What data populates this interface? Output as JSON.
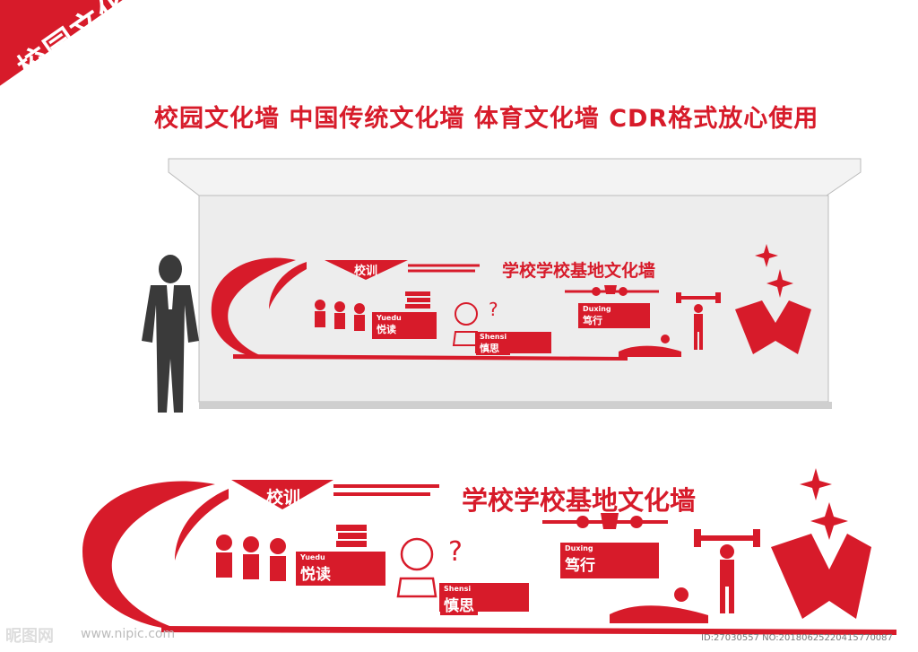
{
  "ribbon": {
    "text": "校园文化系列",
    "color": "#d71b2a"
  },
  "headline": "校园文化墙  中国传统文化墙  体育文化墙    CDR格式放心使用",
  "wall": {
    "motto_label": "校训",
    "title": "学校学校基地文化墙",
    "read": {
      "pinyin": "Yuedu",
      "text": "悦读"
    },
    "think": {
      "pinyin": "Shensi",
      "text": "慎思"
    },
    "act": {
      "pinyin": "Duxing",
      "text": "笃行"
    }
  },
  "watermark": {
    "brand": "昵图网",
    "url": "www.nipic.com",
    "id": "ID:27030557 NO:20180625220415770087"
  },
  "icons": [
    "man-silhouette-icon",
    "ribbon-swirl-icon",
    "students-icon",
    "books-icon",
    "boy-thinking-icon",
    "question-mark-icon",
    "trophy-icon",
    "weightlifter-icon",
    "swimmer-icon",
    "star-icon",
    "m-logo-icon"
  ],
  "colors": {
    "accent": "#d71b2a",
    "wall": "#ededed"
  }
}
